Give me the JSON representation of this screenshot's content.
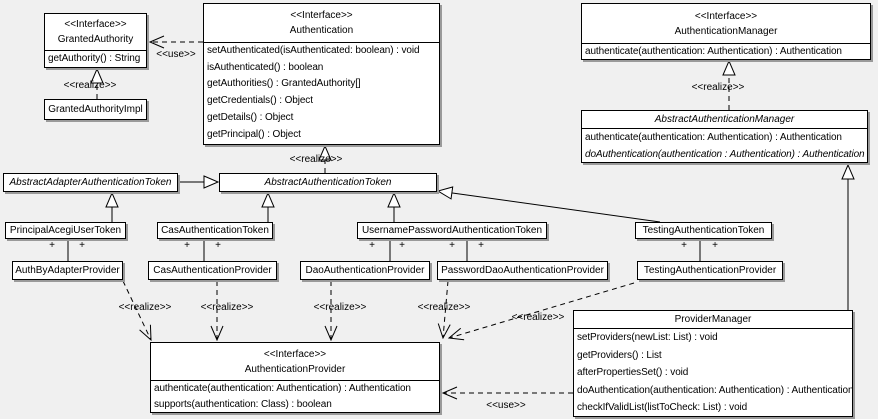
{
  "classes": {
    "granted_authority": {
      "stereotype": "<<Interface>>",
      "name": "GrantedAuthority",
      "methods": [
        "getAuthority() : String"
      ]
    },
    "granted_authority_impl": {
      "name": "GrantedAuthorityImpl"
    },
    "authentication": {
      "stereotype": "<<Interface>>",
      "name": "Authentication",
      "methods": [
        "setAuthenticated(isAuthenticated: boolean) : void",
        "isAuthenticated() : boolean",
        "getAuthorities() : GrantedAuthority[]",
        "getCredentials() : Object",
        "getDetails() : Object",
        "getPrincipal() : Object"
      ]
    },
    "authentication_manager": {
      "stereotype": "<<Interface>>",
      "name": "AuthenticationManager",
      "methods": [
        "authenticate(authentication: Authentication) : Authentication"
      ]
    },
    "abstract_authentication_manager": {
      "name": "AbstractAuthenticationManager",
      "methods": [
        "authenticate(authentication: Authentication) : Authentication",
        "doAuthentication(authentication : Authentication) : Authentication"
      ]
    },
    "abstract_adapter_authentication_token": {
      "name": "AbstractAdapterAuthenticationToken"
    },
    "abstract_authentication_token": {
      "name": "AbstractAuthenticationToken"
    },
    "principal_acegi_user_token": {
      "name": "PrincipalAcegiUserToken"
    },
    "cas_authentication_token": {
      "name": "CasAuthenticationToken"
    },
    "username_password_authentication_token": {
      "name": "UsernamePasswordAuthenticationToken"
    },
    "testing_authentication_token": {
      "name": "TestingAuthenticationToken"
    },
    "auth_by_adapter_provider": {
      "name": "AuthByAdapterProvider"
    },
    "cas_authentication_provider": {
      "name": "CasAuthenticationProvider"
    },
    "dao_authentication_provider": {
      "name": "DaoAuthenticationProvider"
    },
    "password_dao_authentication_provider": {
      "name": "PasswordDaoAuthenticationProvider"
    },
    "testing_authentication_provider": {
      "name": "TestingAuthenticationProvider"
    },
    "authentication_provider": {
      "stereotype": "<<Interface>>",
      "name": "AuthenticationProvider",
      "methods": [
        "authenticate(authentication: Authentication) : Authentication",
        "supports(authentication: Class) : boolean"
      ]
    },
    "provider_manager": {
      "name": "ProviderManager",
      "methods": [
        "setProviders(newList: List) : void",
        "getProviders() : List",
        "afterPropertiesSet() : void",
        "doAuthentication(authentication: Authentication) : Authentication",
        "checkIfValidList(listToCheck: List) : void"
      ]
    }
  },
  "edge_labels": {
    "use": "<<use>>",
    "realize": "<<realize>>",
    "plus": "+"
  },
  "colors": {
    "background": "#f0f0f0",
    "box_fill": "#ffffff",
    "box_border": "#000000",
    "shadow": "#9a9a9a",
    "line": "#000000"
  }
}
